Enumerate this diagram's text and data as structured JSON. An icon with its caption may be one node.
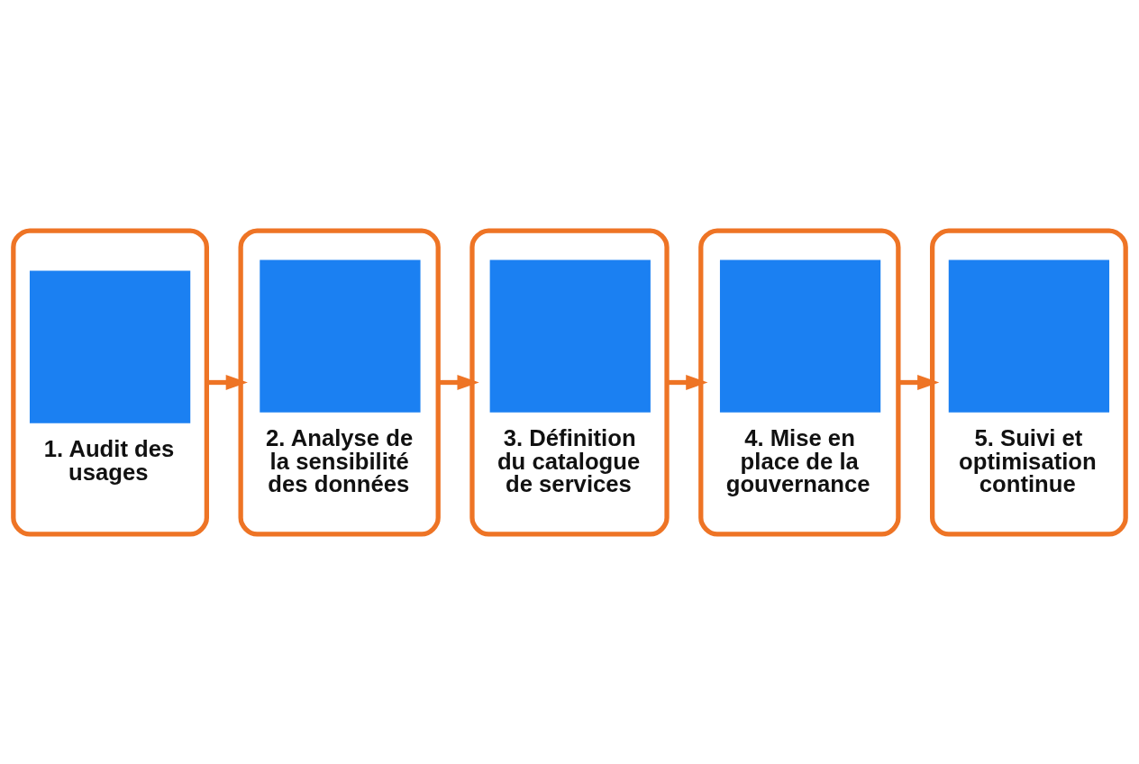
{
  "diagram": {
    "nodes": [
      {
        "text": [
          "1. Audit des usages"
        ]
      },
      {
        "text": [
          "2. Analyse de la sensibilité des données"
        ]
      },
      {
        "text": [
          "3. Définition du catalogue de services"
        ]
      },
      {
        "text": [
          "4. Mise en place de la gouvernance"
        ]
      },
      {
        "text": [
          "5. Suivi et optimisation continue"
        ]
      }
    ],
    "edges": [
      {
        "from": 0,
        "to": 1,
        "arrow": "to"
      },
      {
        "from": 1,
        "to": 2,
        "arrow": "to"
      },
      {
        "from": 2,
        "to": 3,
        "arrow": "to"
      },
      {
        "from": 3,
        "to": 4,
        "arrow": "to"
      }
    ]
  }
}
